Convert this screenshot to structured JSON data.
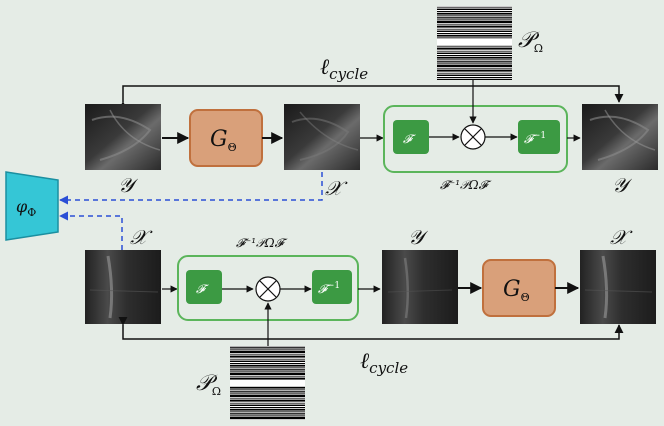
{
  "labels": {
    "cycle_loss_top": "ℓ",
    "cycle_loss_top_sub": "cycle",
    "cycle_loss_bottom": "ℓ",
    "cycle_loss_bottom_sub": "cycle",
    "mask_top": "𝒫",
    "mask_top_sub": "Ω",
    "mask_bottom": "𝒫",
    "mask_bottom_sub": "Ω",
    "generator_top": "G",
    "generator_top_sub": "Θ",
    "generator_bottom": "G",
    "generator_bottom_sub": "Θ",
    "discriminator": "φ",
    "discriminator_sub": "Φ",
    "fourier": "𝓕",
    "inv_fourier": "𝓕",
    "inv_fourier_sup": "−1",
    "op_top": "𝓕⁻¹𝒫Ω𝓕",
    "op_bottom": "𝓕⁻¹𝒫Ω𝓕",
    "y_top_left": "𝒴",
    "x_top_mid": "𝒳",
    "y_top_right": "𝒴",
    "x_bottom_left": "𝒳",
    "y_bottom_mid": "𝒴",
    "x_bottom_right": "𝒳"
  },
  "colors": {
    "background": "#e5ece6",
    "generator_fill": "#d9a07a",
    "generator_stroke": "#c0703d",
    "op_block_stroke": "#5bb55b",
    "fourier_fill": "#3c9a43",
    "discriminator_fill": "#35c6d6",
    "dashed_line": "#2b4fd6"
  }
}
